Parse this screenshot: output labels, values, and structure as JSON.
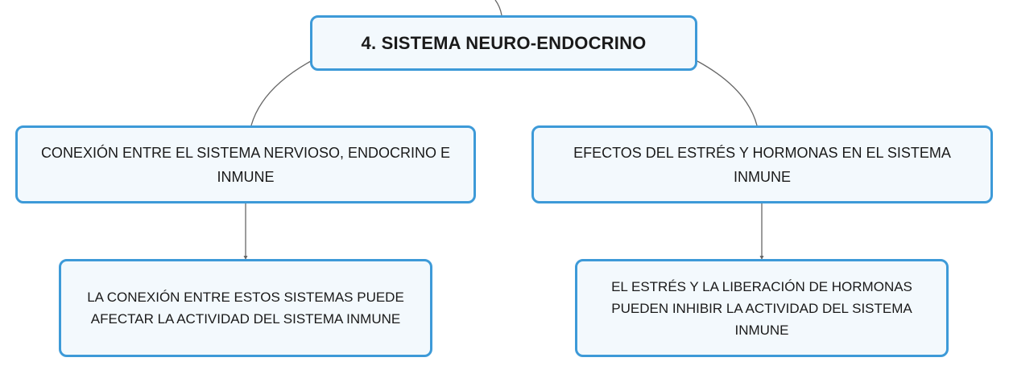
{
  "root": {
    "label": "4. SISTEMA NEURO-ENDOCRINO"
  },
  "branches": [
    {
      "label": "CONEXIÓN ENTRE EL SISTEMA NERVIOSO, ENDOCRINO E INMUNE",
      "child": {
        "label": "LA CONEXIÓN ENTRE ESTOS SISTEMAS PUEDE AFECTAR LA ACTIVIDAD DEL SISTEMA INMUNE"
      }
    },
    {
      "label": "EFECTOS DEL ESTRÉS Y HORMONAS EN EL SISTEMA INMUNE",
      "child": {
        "label": "EL ESTRÉS Y LA LIBERACIÓN DE HORMONAS PUEDEN INHIBIR LA ACTIVIDAD DEL SISTEMA INMUNE"
      }
    }
  ],
  "colors": {
    "border": "#3d9ad8",
    "fill": "#f3f9fd",
    "connector": "#666666"
  }
}
